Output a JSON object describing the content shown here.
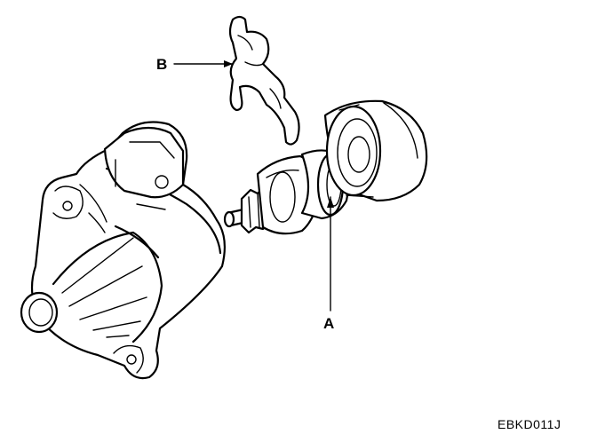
{
  "labels": {
    "a": "A",
    "b": "B"
  },
  "figure_code": "EBKD011J",
  "colors": {
    "line": "#000000",
    "background": "#ffffff"
  }
}
